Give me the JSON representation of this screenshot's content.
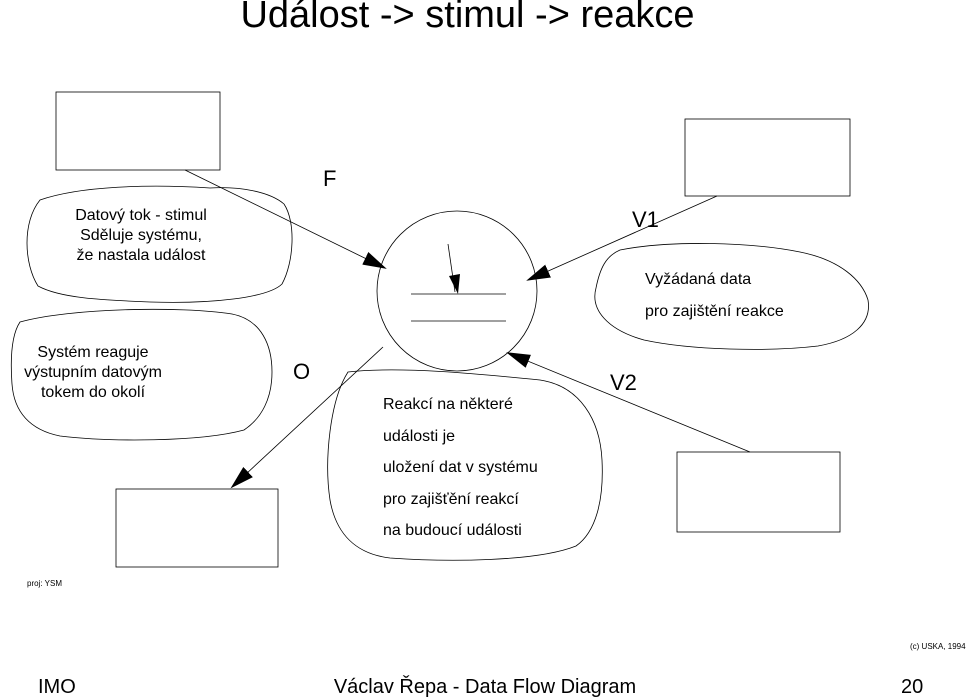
{
  "slide": {
    "title": "Událost -> stimul -> reakce",
    "footer": {
      "left": "IMO",
      "center": "Václav Řepa - Data Flow Diagram",
      "page": "20"
    },
    "credits": {
      "project": "proj: YSM",
      "copyright": "(c) USKA, 1994"
    }
  },
  "diagram": {
    "flows": {
      "F": "F",
      "V1": "V1",
      "O": "O",
      "V2": "V2"
    },
    "notes": {
      "stimulus": [
        "Datový tok - stimul",
        "Sděluje systému,",
        "že nastala událost"
      ],
      "requested": [
        "Vyžádaná data",
        "pro zajištění reakce"
      ],
      "output": [
        "Systém reaguje",
        "výstupním datovým",
        "tokem do okolí"
      ],
      "storage": [
        "Reakcí na některé",
        "události je",
        "uložení dat v systému",
        "pro zajišťění reakcí",
        "na budoucí události"
      ]
    }
  }
}
